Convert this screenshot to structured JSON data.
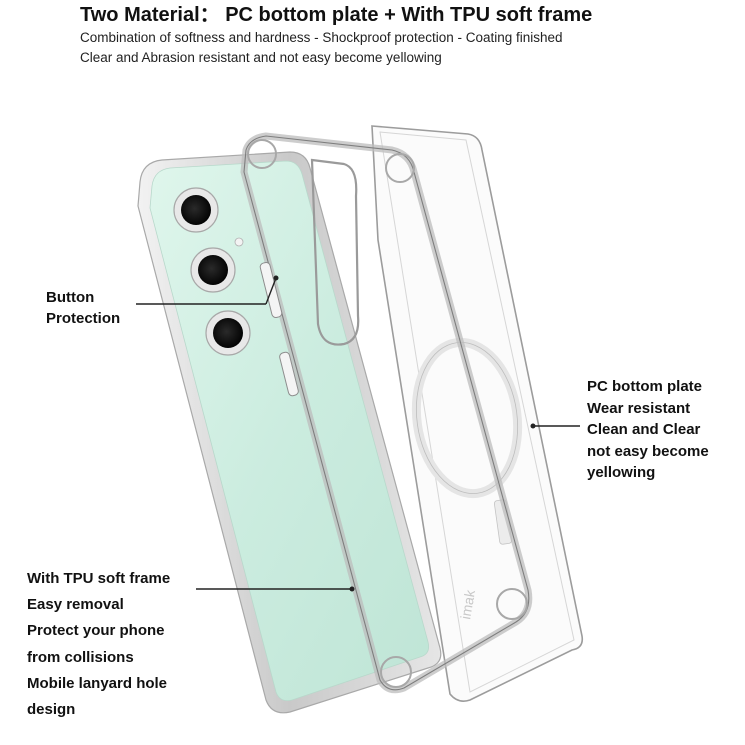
{
  "header": {
    "title": "Two Material： PC bottom plate + With TPU soft frame",
    "line1": "Combination of softness and hardness - Shockproof protection - Coating finished",
    "line2": "Clear and Abrasion resistant and not easy become yellowing"
  },
  "labels": {
    "button": [
      "Button",
      "Protection"
    ],
    "pc_plate": [
      "PC bottom plate",
      "Wear resistant",
      "Clean and Clear",
      "not easy become",
      "yellowing"
    ],
    "tpu_frame": [
      "With TPU soft frame",
      "Easy removal",
      "Protect your phone",
      "from collisions",
      "Mobile lanyard hole",
      "design"
    ]
  },
  "brand_mark": "imak",
  "colors": {
    "phone_body": "#cfeee1",
    "phone_frame": "#d9d9d9",
    "camera_ring": "#dcdcdc",
    "magsafe_ring": "#e3e3e3",
    "callout_line": "#222222"
  }
}
